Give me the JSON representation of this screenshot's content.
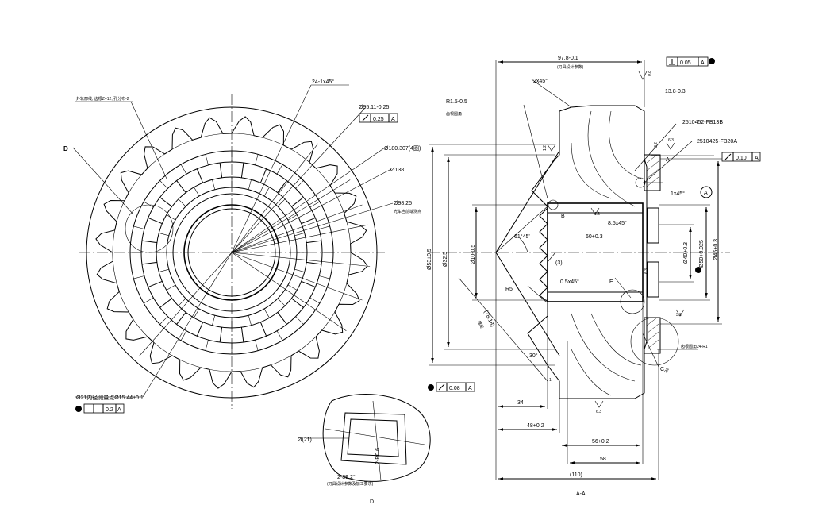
{
  "front_view": {
    "labels": {
      "d_marker": "D",
      "chamfer": "24-1x45°",
      "dia_95": "Ø95.11-0.25",
      "runout_025": "0.25",
      "datum_a": "A",
      "dia_180": "Ø180.307(4圈)",
      "dia_138": "Ø138",
      "dia_98": "Ø98.25",
      "note_98": "光车当前端测点",
      "left_note": "外轮廓线, 齿根Z=12, 孔分布-2",
      "bottom_dim": "Ø21内径测量点Ø15.44±0.1",
      "pos_02": "0.2",
      "pos_a": "A"
    }
  },
  "detail_view": {
    "labels": {
      "dim_21": "Ø(21)",
      "dim_2r": "2-R0.6",
      "dim_289": "2-89.2°",
      "note": "(刃具设计参数及加工要求)",
      "title": "D"
    }
  },
  "section_view": {
    "title": "A-A",
    "labels": {
      "top_dim": "97.8-0.1",
      "top_note": "(刃具设计参数)",
      "perp_val": "0.05",
      "perp_datum": "A",
      "chamfer2": "2x45°",
      "r15": "R1.5-0.5",
      "r15_note": "齿根圆角",
      "ra_08": "0.8",
      "dim_13": "13.8-0.3",
      "part_b": "2510452-FB13B",
      "part_a": "2510425-FB20A",
      "ra_63a": "6.3",
      "ra_32a": "3.2",
      "runout_010": "0.10",
      "runout_datum": "A",
      "callout_a": "A",
      "chamfer1": "1x45°",
      "datum_circle": "A",
      "label_b": "B",
      "ra_16": "1.6",
      "dim_85": "8.5x45°",
      "angle_61": "61°45'",
      "dim_60": "60+0.3",
      "dim_53": "Ø53±0.5",
      "dim_325": "Ø32.5",
      "dim_10": "Ø10-0.5",
      "dim_3": "(3)",
      "ra_63b": "6.3",
      "dim_05": "0.5x45°",
      "label_e": "E",
      "r5": "R5",
      "dim_78": "(78.18)",
      "dim_78_note": "锥距",
      "ang_30": "30°",
      "dim_40": "Ø40+0.3",
      "dim_50": "Ø50+0.025",
      "dim_45": "Ø45+0.3",
      "ra_32b": "3.2",
      "note_r1": "齿根圆角24-R1",
      "label_c": "C",
      "r2": "R2",
      "runout_008": "0.08",
      "runout_008_datum": "A",
      "dim_34": "34",
      "dim_48": "48+0.2",
      "dim_56": "56+0.2",
      "dim_58": "58",
      "dim_110": "(110)",
      "ra_63c": "6.3",
      "small_1": "1",
      "ra_12": "1.2"
    }
  }
}
